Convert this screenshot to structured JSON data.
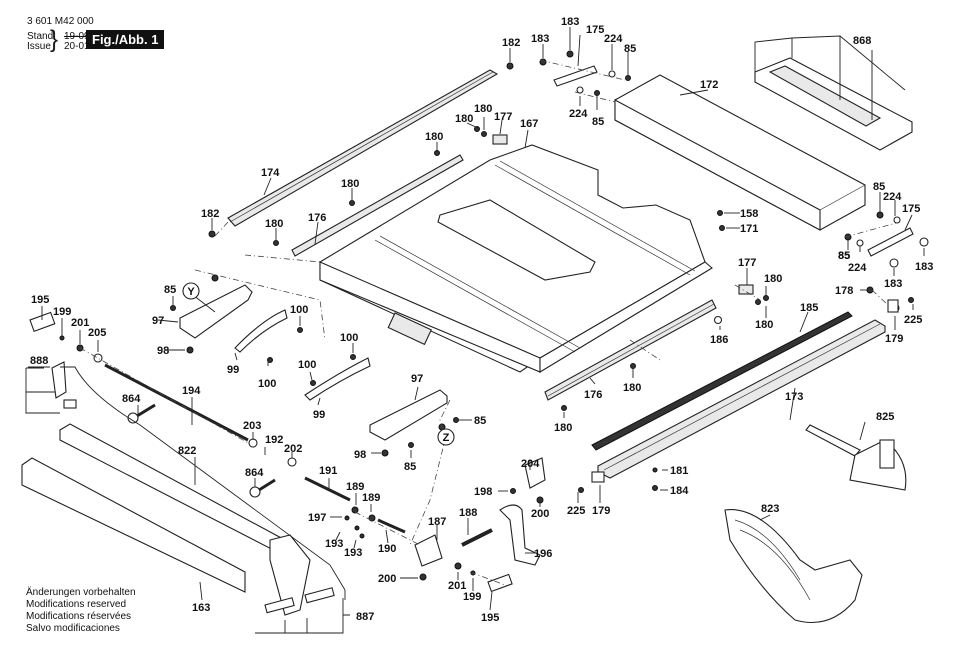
{
  "header": {
    "drawing_number": "3 601 M42 000",
    "stand_label": "Stand",
    "issue_label": "Issue",
    "stand_value_struck": "19-09",
    "issue_value": "20-01-31",
    "figure_badge": "Fig./Abb. 1"
  },
  "footer_notes": [
    "Änderungen vorbehalten",
    "Modifications reserved",
    "Modifications réservées",
    "Salvo modificaciones"
  ],
  "callout_markers": [
    "Y",
    "Z"
  ],
  "parts": [
    {
      "id": "p183a",
      "number": "183",
      "name": "screw"
    },
    {
      "id": "p175a",
      "number": "175",
      "name": "bracket-plate"
    },
    {
      "id": "p224a",
      "number": "224",
      "name": "washer"
    },
    {
      "id": "p85a",
      "number": "85",
      "name": "nut"
    },
    {
      "id": "p183b",
      "number": "183",
      "name": "screw"
    },
    {
      "id": "p224b",
      "number": "224",
      "name": "washer"
    },
    {
      "id": "p85b",
      "number": "85",
      "name": "nut"
    },
    {
      "id": "p182a",
      "number": "182",
      "name": "end-cap"
    },
    {
      "id": "p868",
      "number": "868",
      "name": "table-extension"
    },
    {
      "id": "p172",
      "number": "172",
      "name": "side-extension-table"
    },
    {
      "id": "p180a",
      "number": "180",
      "name": "screw"
    },
    {
      "id": "p180b",
      "number": "180",
      "name": "screw"
    },
    {
      "id": "p177a",
      "number": "177",
      "name": "clamp"
    },
    {
      "id": "p167",
      "number": "167",
      "name": "table-top"
    },
    {
      "id": "p180c",
      "number": "180",
      "name": "screw"
    },
    {
      "id": "p174",
      "number": "174",
      "name": "guide-rail"
    },
    {
      "id": "p180d",
      "number": "180",
      "name": "screw"
    },
    {
      "id": "p182b",
      "number": "182",
      "name": "end-cap"
    },
    {
      "id": "p180e",
      "number": "180",
      "name": "screw"
    },
    {
      "id": "p176a",
      "number": "176",
      "name": "slide-rail"
    },
    {
      "id": "p85c",
      "number": "85",
      "name": "nut"
    },
    {
      "id": "p85d",
      "number": "85",
      "name": "nut"
    },
    {
      "id": "p224c",
      "number": "224",
      "name": "washer"
    },
    {
      "id": "p175b",
      "number": "175",
      "name": "bracket-plate"
    },
    {
      "id": "p85e",
      "number": "85",
      "name": "nut"
    },
    {
      "id": "p224d",
      "number": "224",
      "name": "washer"
    },
    {
      "id": "p183c",
      "number": "183",
      "name": "screw"
    },
    {
      "id": "p183d",
      "number": "183",
      "name": "screw"
    },
    {
      "id": "p158",
      "number": "158",
      "name": "screw"
    },
    {
      "id": "p171",
      "number": "171",
      "name": "clip"
    },
    {
      "id": "p177b",
      "number": "177",
      "name": "clamp"
    },
    {
      "id": "p180f",
      "number": "180",
      "name": "screw"
    },
    {
      "id": "p180g",
      "number": "180",
      "name": "screw"
    },
    {
      "id": "p178",
      "number": "178",
      "name": "screw"
    },
    {
      "id": "p225a",
      "number": "225",
      "name": "screw"
    },
    {
      "id": "p179a",
      "number": "179",
      "name": "end-piece"
    },
    {
      "id": "p185",
      "number": "185",
      "name": "scale-rack"
    },
    {
      "id": "p186",
      "number": "186",
      "name": "bolt"
    },
    {
      "id": "p180h",
      "number": "180",
      "name": "screw"
    },
    {
      "id": "p176b",
      "number": "176",
      "name": "slide-rail"
    },
    {
      "id": "p180i",
      "number": "180",
      "name": "screw"
    },
    {
      "id": "p173",
      "number": "173",
      "name": "guide-rail"
    },
    {
      "id": "p195a",
      "number": "195",
      "name": "lever"
    },
    {
      "id": "p199a",
      "number": "199",
      "name": "retaining-ring"
    },
    {
      "id": "p201a",
      "number": "201",
      "name": "spring"
    },
    {
      "id": "p205",
      "number": "205",
      "name": "washer"
    },
    {
      "id": "p85f",
      "number": "85",
      "name": "nut"
    },
    {
      "id": "p97a",
      "number": "97",
      "name": "support-bracket"
    },
    {
      "id": "p98a",
      "number": "98",
      "name": "screw"
    },
    {
      "id": "p99a",
      "number": "99",
      "name": "guide-segment"
    },
    {
      "id": "p100a",
      "number": "100",
      "name": "screw"
    },
    {
      "id": "p100b",
      "number": "100",
      "name": "screw"
    },
    {
      "id": "p100c",
      "number": "100",
      "name": "screw"
    },
    {
      "id": "p100d",
      "number": "100",
      "name": "screw"
    },
    {
      "id": "p99b",
      "number": "99",
      "name": "guide-segment"
    },
    {
      "id": "p97b",
      "number": "97",
      "name": "support-bracket"
    },
    {
      "id": "p85g",
      "number": "85",
      "name": "nut"
    },
    {
      "id": "p98b",
      "number": "98",
      "name": "screw"
    },
    {
      "id": "p85h",
      "number": "85",
      "name": "nut"
    },
    {
      "id": "p888",
      "number": "888",
      "name": "bracket-set"
    },
    {
      "id": "p194",
      "number": "194",
      "name": "shaft"
    },
    {
      "id": "p864a",
      "number": "864",
      "name": "knob-bolt"
    },
    {
      "id": "p203",
      "number": "203",
      "name": "nut"
    },
    {
      "id": "p192",
      "number": "192",
      "name": "sleeve"
    },
    {
      "id": "p202",
      "number": "202",
      "name": "nut"
    },
    {
      "id": "p864b",
      "number": "864",
      "name": "knob-bolt"
    },
    {
      "id": "p822",
      "number": "822",
      "name": "rip-fence"
    },
    {
      "id": "p191",
      "number": "191",
      "name": "shaft"
    },
    {
      "id": "p189a",
      "number": "189",
      "name": "gear"
    },
    {
      "id": "p189b",
      "number": "189",
      "name": "gear"
    },
    {
      "id": "p197",
      "number": "197",
      "name": "pin"
    },
    {
      "id": "p193a",
      "number": "193",
      "name": "pin"
    },
    {
      "id": "p193b",
      "number": "193",
      "name": "pin"
    },
    {
      "id": "p190",
      "number": "190",
      "name": "threaded-pin"
    },
    {
      "id": "p187",
      "number": "187",
      "name": "bracket"
    },
    {
      "id": "p188",
      "number": "188",
      "name": "shaft"
    },
    {
      "id": "p198",
      "number": "198",
      "name": "pin"
    },
    {
      "id": "p204",
      "number": "204",
      "name": "bracket"
    },
    {
      "id": "p200a",
      "number": "200",
      "name": "screw"
    },
    {
      "id": "p196",
      "number": "196",
      "name": "lever-arm"
    },
    {
      "id": "p200b",
      "number": "200",
      "name": "screw"
    },
    {
      "id": "p201b",
      "number": "201",
      "name": "spring"
    },
    {
      "id": "p199b",
      "number": "199",
      "name": "retaining-ring"
    },
    {
      "id": "p195b",
      "number": "195",
      "name": "lever"
    },
    {
      "id": "p163",
      "number": "163",
      "name": "fence-extension"
    },
    {
      "id": "p887",
      "number": "887",
      "name": "sliding-block-set"
    },
    {
      "id": "p181",
      "number": "181",
      "name": "nut"
    },
    {
      "id": "p184",
      "number": "184",
      "name": "screw"
    },
    {
      "id": "p225b",
      "number": "225",
      "name": "screw"
    },
    {
      "id": "p179b",
      "number": "179",
      "name": "end-piece"
    },
    {
      "id": "p825",
      "number": "825",
      "name": "mitre-gauge"
    },
    {
      "id": "p823",
      "number": "823",
      "name": "blade-guard"
    }
  ]
}
